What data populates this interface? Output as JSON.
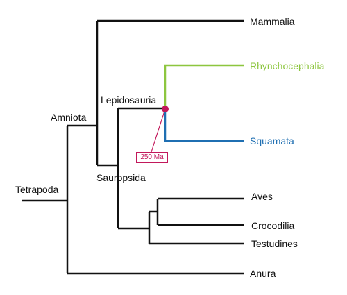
{
  "taxa": {
    "mammalia": "Mammalia",
    "rhynchocephalia": "Rhynchocephalia",
    "squamata": "Squamata",
    "aves": "Aves",
    "crocodilia": "Crocodilia",
    "testudines": "Testudines",
    "anura": "Anura"
  },
  "clades": {
    "tetrapoda": "Tetrapoda",
    "amniota": "Amniota",
    "lepidosauria": "Lepidosauria",
    "sauropsida": "Sauropsida"
  },
  "divergence": {
    "label": "250 Ma"
  },
  "colors": {
    "branch": "#111111",
    "rhynchocephalia": "#8dc63f",
    "squamata": "#1f6fb2",
    "divergence_marker": "#c2185b"
  }
}
